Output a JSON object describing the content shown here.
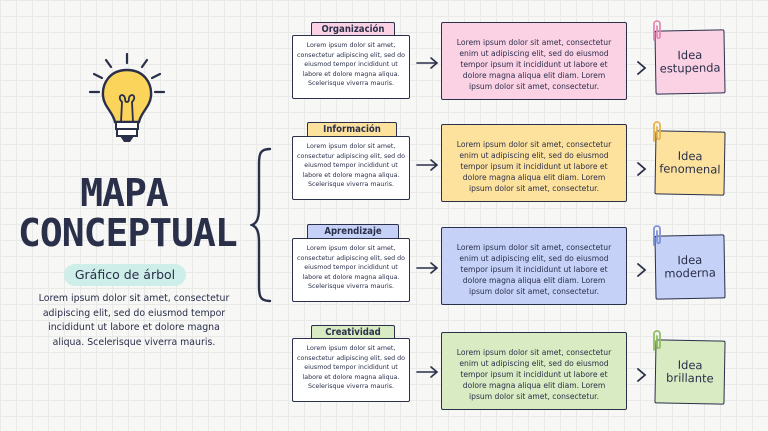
{
  "main": {
    "title_line1": "MAPA",
    "title_line2": "CONCEPTUAL",
    "subtitle": "Gráfico de árbol",
    "intro": "Lorem ipsum dolor sit amet, consectetur adipiscing elit, sed do eiusmod tempor incididunt ut labore et dolore magna aliqua. Scelerisque viverra mauris."
  },
  "rows": [
    {
      "label": "Organización",
      "small_text": "Lorem ipsum dolor sit amet, consectetur adipiscing elit, sed do eiusmod tempor incididunt ut labore et dolore magna aliqua. Scelerisque viverra mauris.",
      "big_text": "Lorem ipsum dolor sit amet, consectetur enim ut adipiscing elit, sed do eiusmod tempor ipsum it incididunt ut labore et dolore magna aliqua elit diam. Lorem ipsum dolor sit amet, consectetur.",
      "note": "Idea estupenda",
      "color": "#fbd1e4",
      "clip_color": "#e58ab6"
    },
    {
      "label": "Información",
      "small_text": "Lorem ipsum dolor sit amet, consectetur adipiscing elit, sed do eiusmod tempor incididunt ut labore et dolore magna aliqua. Scelerisque viverra mauris.",
      "big_text": "Lorem ipsum dolor sit amet, consectetur enim ut adipiscing elit, sed do eiusmod tempor ipsum it incididunt ut labore et dolore magna aliqua elit diam. Lorem ipsum dolor sit amet, consectetur.",
      "note": "Idea fenomenal",
      "color": "#fde29d",
      "clip_color": "#e8b44a"
    },
    {
      "label": "Aprendizaje",
      "small_text": "Lorem ipsum dolor sit amet, consectetur adipiscing elit, sed do eiusmod tempor incididunt ut labore et dolore magna aliqua. Scelerisque viverra mauris.",
      "big_text": "Lorem ipsum dolor sit amet, consectetur enim ut adipiscing elit, sed do eiusmod tempor ipsum it incididunt ut labore et dolore magna aliqua elit diam. Lorem ipsum dolor sit amet, consectetur.",
      "note": "Idea moderna",
      "color": "#c5d1f7",
      "clip_color": "#7d92d8"
    },
    {
      "label": "Creatividad",
      "small_text": "Lorem ipsum dolor sit amet, consectetur adipiscing elit, sed do eiusmod tempor incididunt ut labore et dolore magna aliqua. Scelerisque viverra mauris.",
      "big_text": "Lorem ipsum dolor sit amet, consectetur enim ut adipiscing elit, sed do eiusmod tempor ipsum it incididunt ut labore et dolore magna aliqua elit diam. Lorem ipsum dolor sit amet, consectetur.",
      "note": "Idea brillante",
      "color": "#d8ebc2",
      "clip_color": "#8fbf62"
    }
  ],
  "icons": {
    "bulb": "lightbulb-icon",
    "brace": "curly-brace-icon",
    "arrow": "arrow-right-icon",
    "chevron": "chevron-right-icon",
    "clip": "paperclip-icon"
  }
}
